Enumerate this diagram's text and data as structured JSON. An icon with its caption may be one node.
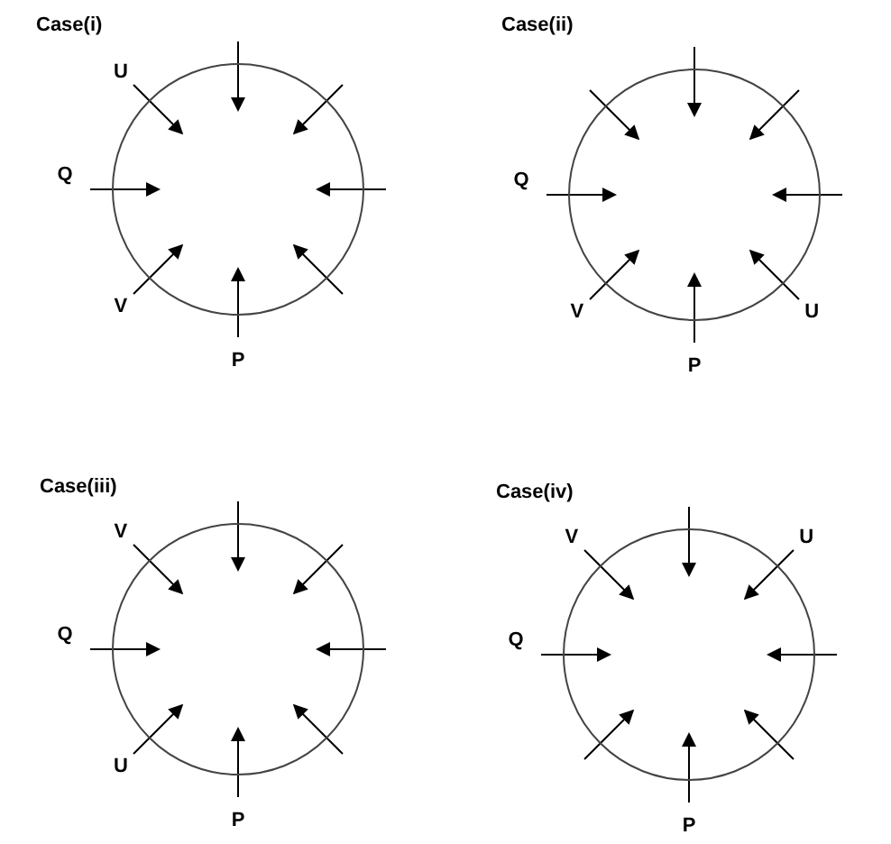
{
  "diagram": {
    "nodes": [
      {
        "text": [
          "Case(i)"
        ]
      },
      {
        "text": [
          "Case(ii)"
        ]
      },
      {
        "text": [
          "Case(iii)"
        ]
      },
      {
        "text": [
          "Case(iv)"
        ]
      }
    ],
    "labels": [
      "U",
      "Q",
      "V",
      "P",
      "Q",
      "V",
      "U",
      "P",
      "V",
      "Q",
      "U",
      "P",
      "V",
      "U",
      "Q",
      "P"
    ]
  }
}
